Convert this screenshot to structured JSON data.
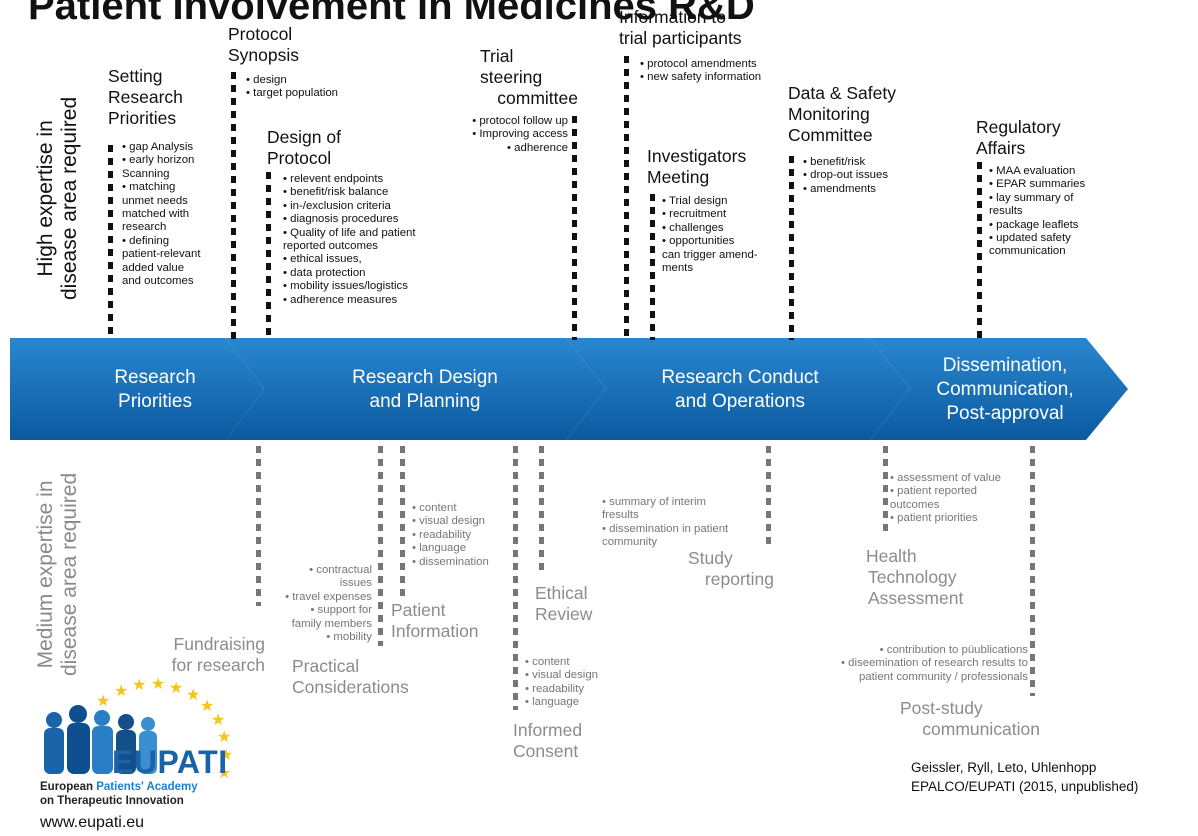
{
  "title": "Patient Involvement in Medicines R&D",
  "y_axis": {
    "upper_line1": "High expertise in",
    "upper_line2": "disease area required",
    "lower_line1": "Medium expertise in",
    "lower_line2": "disease area required"
  },
  "phases": [
    {
      "line1": "Research",
      "line2": "Priorities",
      "line3": ""
    },
    {
      "line1": "Research Design",
      "line2": "and Planning",
      "line3": ""
    },
    {
      "line1": "Research Conduct",
      "line2": "and Operations",
      "line3": ""
    },
    {
      "line1": "Dissemination,",
      "line2": "Communication,",
      "line3": "Post-approval"
    }
  ],
  "upper": {
    "setting": {
      "t1": "Setting",
      "t2": "Research",
      "t3": "Priorities",
      "items": [
        "• gap Analysis",
        "• early horizon",
        "Scanning",
        "• matching",
        "unmet needs",
        "matched with",
        "research",
        "• defining",
        "patient-relevant",
        "added value",
        "and outcomes"
      ]
    },
    "synopsis": {
      "t1": "Protocol",
      "t2": "Synopsis",
      "items": [
        "• design",
        "• target population"
      ]
    },
    "design": {
      "t1": "Design of",
      "t2": "Protocol",
      "items": [
        "• relevent endpoints",
        "• benefit/risk balance",
        "• in-/exclusion criteria",
        "• diagnosis procedures",
        "• Quality of life and patient",
        "reported outcomes",
        "• ethical issues,",
        "• data protection",
        "• mobility issues/logistics",
        "• adherence measures"
      ]
    },
    "steering": {
      "t1": "Trial",
      "t2": "steering",
      "t3": "committee",
      "items": [
        "• protocol follow up",
        "• Improving access",
        "• adherence"
      ]
    },
    "info": {
      "t1": "Information to",
      "t2": "trial participants",
      "items": [
        "• protocol amendments",
        "• new safety information"
      ]
    },
    "investigators": {
      "t1": "Investigators",
      "t2": "Meeting",
      "items": [
        "• Trial design",
        "• recruitment",
        "• challenges",
        "• opportunities",
        "can trigger amend-",
        "ments"
      ]
    },
    "dsmc": {
      "t1": "Data & Safety",
      "t2": "Monitoring",
      "t3": "Committee",
      "items": [
        "• benefit/risk",
        "• drop-out issues",
        "• amendments"
      ]
    },
    "regulatory": {
      "t1": "Regulatory",
      "t2": "Affairs",
      "items": [
        "• MAA evaluation",
        "• EPAR summaries",
        "• lay summary of",
        "results",
        "• package leaflets",
        "• updated safety",
        "communication"
      ]
    }
  },
  "lower": {
    "fundraising": {
      "t1": "Fundraising",
      "t2": "for research"
    },
    "practical": {
      "t1": "Practical",
      "t2": "Considerations",
      "items": [
        "• contractual",
        "issues",
        "• travel expenses",
        "• support for",
        "family members",
        "• mobility"
      ]
    },
    "patient_info": {
      "t1": "Patient",
      "t2": "Information",
      "items": [
        "• content",
        "• visual design",
        "• readability",
        "• language",
        "• dissemination"
      ]
    },
    "ethical": {
      "t1": "Ethical",
      "t2": "Review"
    },
    "consent": {
      "t1": "Informed",
      "t2": "Consent",
      "items": [
        "• content",
        "• visual design",
        "• readability",
        "• language"
      ]
    },
    "study": {
      "t1": "Study",
      "t2": "reporting",
      "items": [
        "• summary of interim",
        "fresults",
        "• dissemination in patient",
        "community"
      ]
    },
    "hta": {
      "t1": "Health",
      "t2": "Technology",
      "t3": "Assessment",
      "items": [
        "• assessment of value",
        "• patient reported",
        "outcomes",
        "• patient priorities"
      ]
    },
    "poststudy": {
      "t1": "Post-study",
      "t2": "communication",
      "items": [
        "• contribution to püublications",
        "• diseemination of research results to",
        "patient community / professionals"
      ]
    }
  },
  "logo": {
    "name": "EUPATI",
    "line1a": "European ",
    "line1b": "Patients' Academy",
    "line2": "on Therapeutic Innovation",
    "url": "www.eupati.eu"
  },
  "credits": {
    "line1": "Geissler, Ryll,  Leto, Uhlenhopp",
    "line2": "EPALCO/EUPATI (2015, unpublished)"
  },
  "colors": {
    "arrow_dark": "#0d5fa6",
    "arrow_light": "#2a87cf",
    "star": "#f5c518",
    "lower_text": "#8c8c8c"
  }
}
